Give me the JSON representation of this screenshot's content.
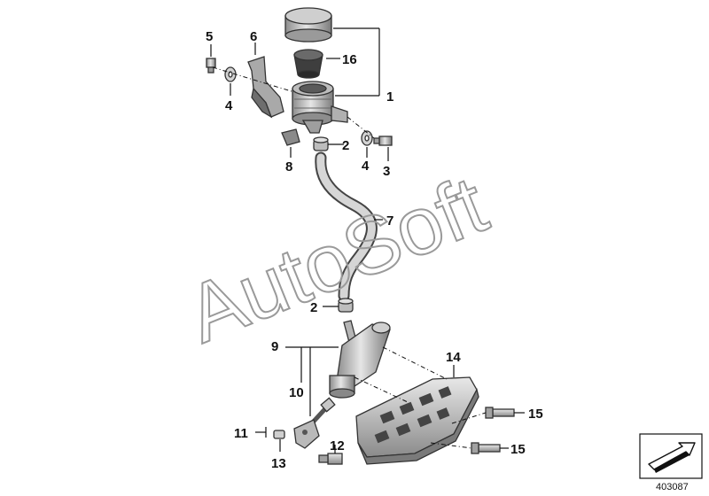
{
  "watermark": "AutoSoft",
  "reference_number": "403087",
  "callouts": {
    "c1": "1",
    "c2a": "2",
    "c2b": "2",
    "c3": "3",
    "c4a": "4",
    "c4b": "4",
    "c5": "5",
    "c6": "6",
    "c7": "7",
    "c8": "8",
    "c9": "9",
    "c10": "10",
    "c11": "11",
    "c12": "12",
    "c13": "13",
    "c14": "14",
    "c15a": "15",
    "c15b": "15",
    "c16": "16"
  },
  "colors": {
    "part_light": "#d9d9d9",
    "part_mid": "#a8a8a8",
    "part_dark": "#4a4a4a",
    "line": "#111111",
    "watermark": "#9a9a9a"
  },
  "icons": [
    "arrow-icon"
  ]
}
